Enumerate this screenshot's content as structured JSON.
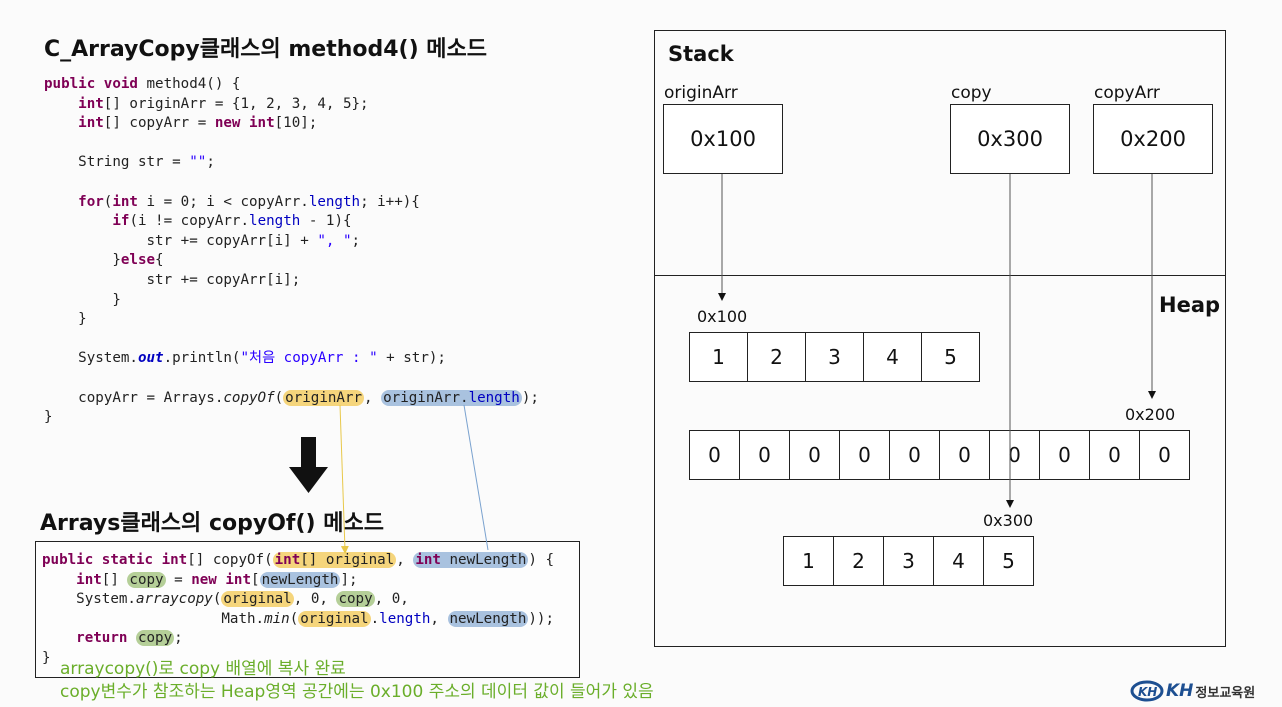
{
  "left": {
    "title1": "C_ArrayCopy클래스의 method4() 메소드",
    "title2": "Arrays클래스의 copyOf() 메소드"
  },
  "notes": {
    "line1": "arraycopy()로 copy 배열에 복사 완료",
    "line2": "copy변수가 참조하는 Heap영역 공간에는 0x100 주소의 데이터 값이 들어가 있음"
  },
  "diagram": {
    "stack_label": "Stack",
    "heap_label": "Heap",
    "vars": [
      {
        "name": "originArr",
        "value": "0x100"
      },
      {
        "name": "copy",
        "value": "0x300"
      },
      {
        "name": "copyArr",
        "value": "0x200"
      }
    ],
    "arrays": [
      {
        "address": "0x100",
        "values": [
          "1",
          "2",
          "3",
          "4",
          "5"
        ]
      },
      {
        "address": "0x200",
        "values": [
          "0",
          "0",
          "0",
          "0",
          "0",
          "0",
          "0",
          "0",
          "0",
          "0"
        ]
      },
      {
        "address": "0x300",
        "values": [
          "1",
          "2",
          "3",
          "4",
          "5"
        ]
      }
    ]
  },
  "logo": {
    "text": "정보교육원",
    "mark": "KH"
  },
  "colors": {
    "highlight_yellow": "#f5d57c",
    "highlight_blue": "#a9c2df",
    "highlight_green": "#b5cf98",
    "note_green": "#6aae2a"
  }
}
